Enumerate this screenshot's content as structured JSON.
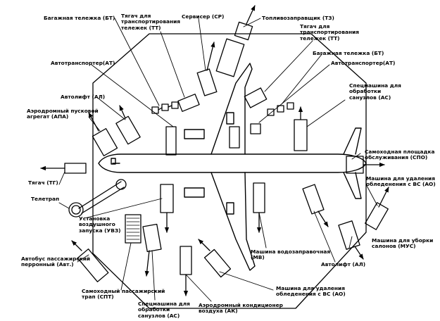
{
  "labels": {
    "baggage_cart_top": "Багажная тележка (БТ)",
    "tug_carts_top": [
      "Тягач для",
      "транспортирования",
      "тележек (ТТ)"
    ],
    "servicer": "Сервисер (СР)",
    "fuel_truck": "Топливозаправщик (ТЗ)",
    "tug_carts_right": [
      "Тягач для",
      "транспортирования",
      "тележек (ТТ)"
    ],
    "baggage_cart_right": "Багажная тележка (БТ)",
    "auto_transporter_left": "Автотранспортер(АТ)",
    "auto_transporter_right": "Автотранспортер(АТ)",
    "lavatory_truck_right": [
      "Спецмашина для",
      "обработки",
      "санузлов (АС)"
    ],
    "autolift_left": [
      "Автолифт (АЛ)"
    ],
    "gpu": [
      "Аэродромный пусковой",
      "агрегат (АПА)"
    ],
    "self_platform": [
      "Самоходная площадка",
      "обслуживания (СПО)"
    ],
    "deicing_right": [
      "Машина для удаления",
      "обледенения с ВС (АО)"
    ],
    "tug": "Тягач (ТГ)",
    "teletrap": "Телетрап",
    "air_start": [
      "Установка",
      "воздушного",
      "запуска (УВЗ)"
    ],
    "water_truck": [
      "Машина водозаправочная",
      "(МВ)"
    ],
    "cabin_cleaning": [
      "Машина для уборки",
      "салонов (МУС)"
    ],
    "autolift_right": "Автолифт (АЛ)",
    "apron_bus": [
      "Автобус пассажирский",
      "перронный (Авт.)"
    ],
    "deicing_bottom": [
      "Машина для удаления",
      "обледенения с ВС (АО)"
    ],
    "self_stair": [
      "Самоходный пассажирский",
      "трап (СПТ)"
    ],
    "lavatory_truck_bottom": [
      "Спецмашина для",
      "обработки",
      "санузлов (АС)"
    ],
    "air_conditioner": [
      "Аэродромный кондиционер",
      "воздуха (АК)"
    ]
  }
}
